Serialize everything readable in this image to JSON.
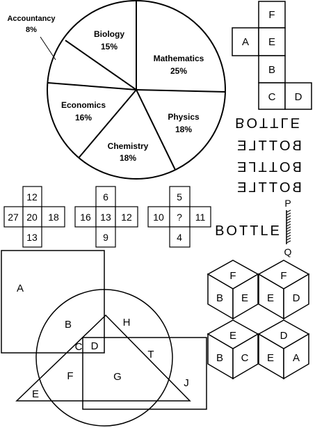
{
  "pie": {
    "slices": [
      {
        "label": "Mathematics",
        "value": "25%",
        "pct": 25
      },
      {
        "label": "Physics",
        "value": "18%",
        "pct": 18
      },
      {
        "label": "Chemistry",
        "value": "18%",
        "pct": 18
      },
      {
        "label": "Economics",
        "value": "16%",
        "pct": 16
      },
      {
        "label": "Accountancy",
        "value": "8%",
        "pct": 8
      },
      {
        "label": "Biology",
        "value": "15%",
        "pct": 15
      }
    ]
  },
  "cube_net": {
    "cells": [
      "F",
      "A",
      "E",
      "B",
      "C",
      "D"
    ]
  },
  "bottle_reflections": {
    "word": "BOTTLE",
    "mirror": "P",
    "bottom": "Q"
  },
  "number_crosses": [
    {
      "top": "12",
      "left": "27",
      "center": "20",
      "right": "18",
      "bottom": "13"
    },
    {
      "top": "6",
      "left": "16",
      "center": "13",
      "right": "12",
      "bottom": "9"
    },
    {
      "top": "5",
      "left": "10",
      "center": "?",
      "right": "11",
      "bottom": "4"
    }
  ],
  "venn_labels": {
    "A": "A",
    "B": "B",
    "H": "H",
    "C": "C",
    "D": "D",
    "T": "T",
    "F": "F",
    "G": "G",
    "J": "J",
    "E": "E"
  },
  "cubes": [
    {
      "top": "F",
      "left": "B",
      "right": "E"
    },
    {
      "top": "F",
      "left": "E",
      "right": "D"
    },
    {
      "top": "E",
      "left": "B",
      "right": "C"
    },
    {
      "top": "D",
      "left": "E",
      "right": "A"
    }
  ]
}
